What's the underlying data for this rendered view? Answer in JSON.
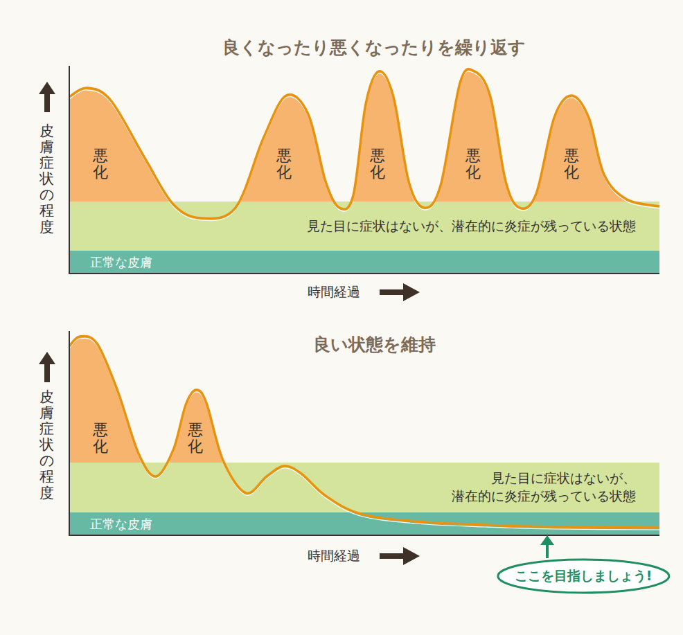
{
  "diagram": {
    "nodes": [
      {
        "text": [
          "見た目に症状はないが、潜在的に炎症が残っている状態"
        ]
      },
      {
        "text": [
          "正常な皮膚"
        ]
      },
      {
        "text": [
          "悪化"
        ]
      },
      {
        "text": [
          "悪化"
        ]
      },
      {
        "text": [
          "悪化"
        ]
      },
      {
        "text": [
          "悪化"
        ]
      },
      {
        "text": [
          "悪化"
        ]
      },
      {
        "text": [
          "見た目に症状はないが、 潜在的に炎症が残っている状態"
        ]
      },
      {
        "text": [
          "正常な皮膚"
        ]
      },
      {
        "text": [
          "悪化"
        ]
      },
      {
        "text": [
          "悪化"
        ]
      },
      {
        "text": [
          "ここを目指しましょう!"
        ]
      }
    ],
    "edges": [
      {
        "from": 11,
        "to": 8,
        "arrow": "to"
      }
    ],
    "labels": [
      "良くなったり悪くなったりを繰り返す",
      "皮膚症状の程度",
      "時間経過",
      "良い状態を維持",
      "皮膚症状の程度",
      "時間経過"
    ]
  }
}
